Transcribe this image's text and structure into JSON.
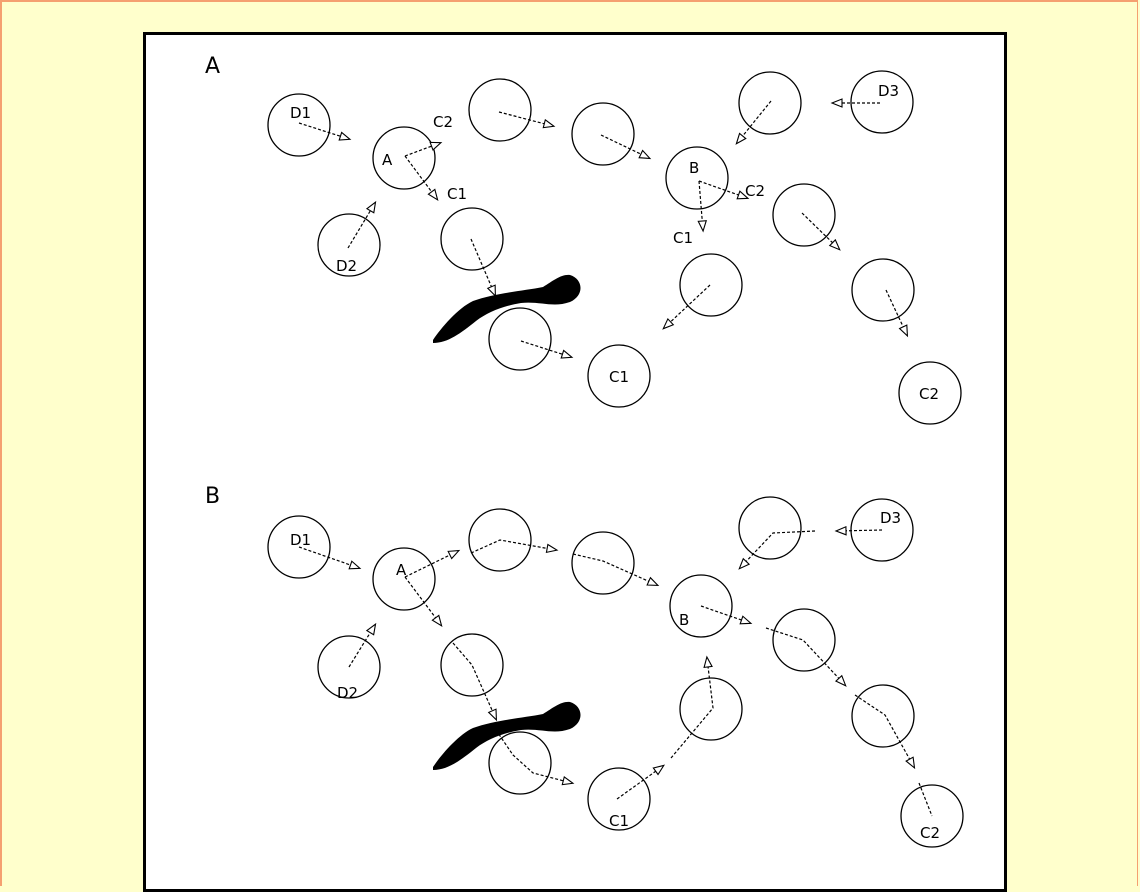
{
  "panels": [
    {
      "label": "A",
      "labels": {
        "d1": "D1",
        "d2": "D2",
        "d3": "D3",
        "a": "A",
        "b": "B",
        "c2_a": "C2",
        "c1_a": "C1",
        "c2_b": "C2",
        "c1_b": "C1",
        "c1_end": "C1",
        "c2_end": "C2"
      }
    },
    {
      "label": "B",
      "labels": {
        "d1": "D1",
        "d2": "D2",
        "d3": "D3",
        "a": "A",
        "b": "B",
        "c1_end": "C1",
        "c2_end": "C2"
      }
    }
  ]
}
